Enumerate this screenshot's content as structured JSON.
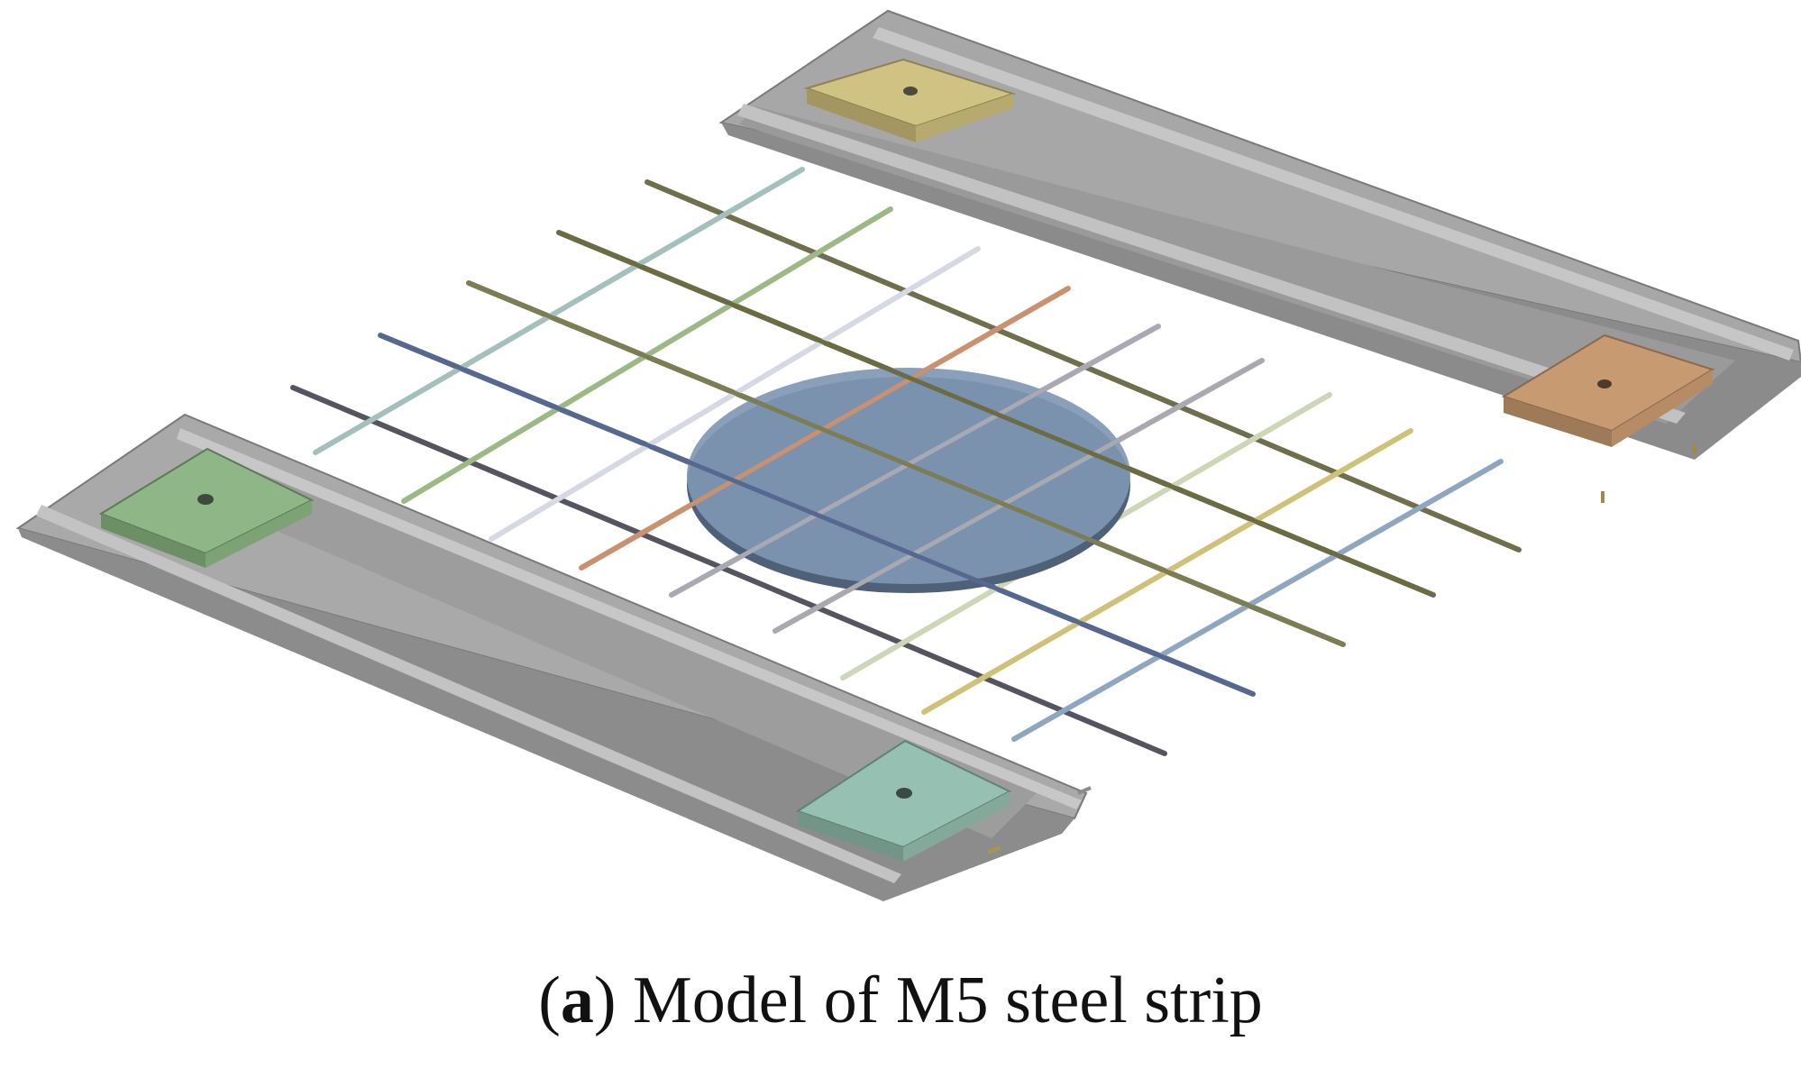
{
  "figure": {
    "caption": {
      "open_paren": "(",
      "label": "a",
      "close_paren": ")",
      "text": " Model of M5 steel strip"
    },
    "colors": {
      "background": "#ffffff",
      "strip_top": "#a9a9a9",
      "strip_edge": "#7e7e7e",
      "strip_rib": "#c9c9c9",
      "disk_top": "#7f97b4",
      "disk_edge": "#4e6179",
      "plate_left_near": "#8fb687",
      "plate_left_far": "#96c0b1",
      "plate_right_near": "#d0c282",
      "plate_right_far": "#c79a72",
      "bars_set_a": [
        "#a4c0bd",
        "#9cb985",
        "#d6d9e3",
        "#c99170",
        "#a9a9b3",
        "#a9a9b0",
        "#cdd6b5",
        "#cfc278",
        "#8fa6c0"
      ],
      "bars_set_b": [
        "#6f6f4e",
        "#6b6b44",
        "#7c7c55",
        "#566890",
        "#555560"
      ]
    },
    "icons": [
      "steel-strip-3d-model"
    ]
  }
}
